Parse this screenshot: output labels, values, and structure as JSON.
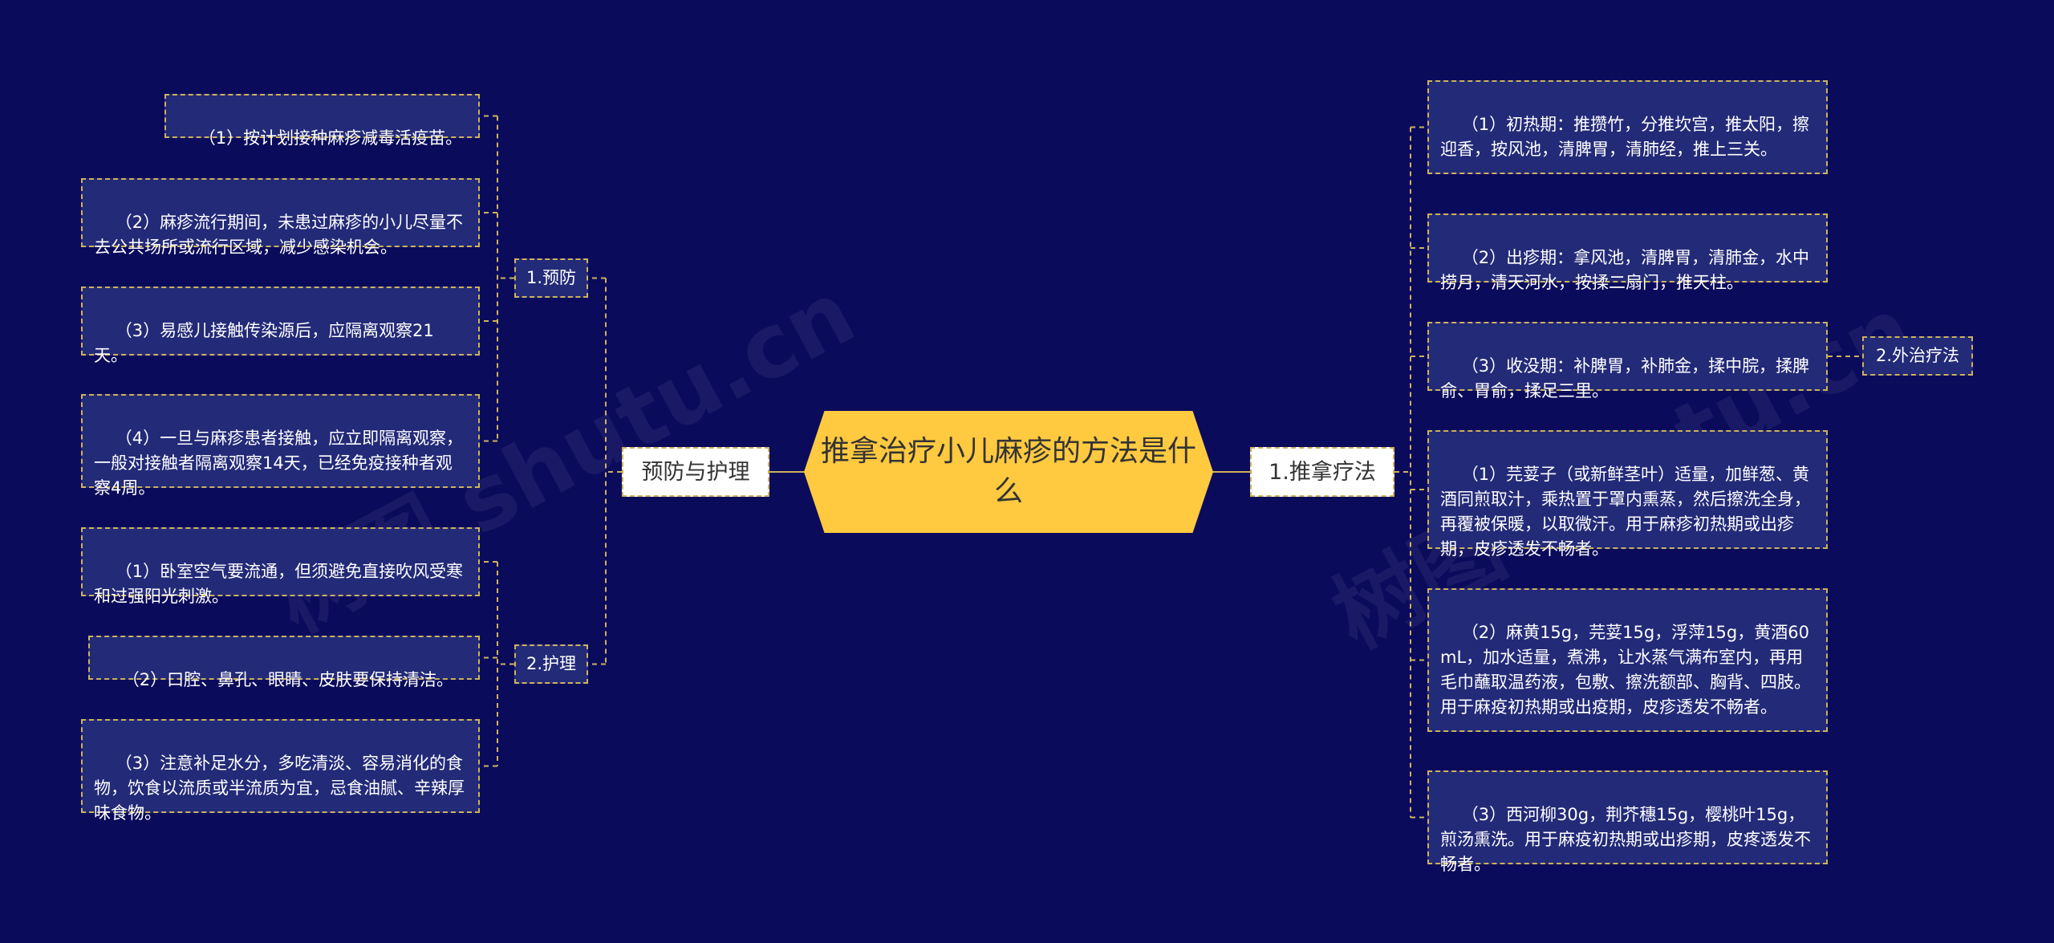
{
  "root": {
    "title": "推拿治疗小儿麻疹的方法是什么"
  },
  "left": {
    "label": "预防与护理",
    "groups": [
      {
        "label": "1.预防",
        "items": [
          "（1）按计划接种麻疹减毒活疫苗。",
          "（2）麻疹流行期间，未患过麻疹的小儿尽量不去公共场所或流行区域，减少感染机会。",
          "（3）易感儿接触传染源后，应隔离观察21天。",
          "（4）一旦与麻疹患者接触，应立即隔离观察，一般对接触者隔离观察14天，已经免疫接种者观察4周。"
        ]
      },
      {
        "label": "2.护理",
        "items": [
          "（1）卧室空气要流通，但须避免直接吹风受寒和过强阳光刺激。",
          "（2）口腔、鼻孔、眼睛、皮肤要保持清洁。",
          "（3）注意补足水分，多吃清淡、容易消化的食物，饮食以流质或半流质为宜，忌食油腻、辛辣厚味食物。"
        ]
      }
    ]
  },
  "right": {
    "label": "1.推拿疗法",
    "items": [
      "（1）初热期：推攒竹，分推坎宫，推太阳，擦迎香，按风池，清脾胃，清肺经，推上三关。",
      "（2）出疹期：拿风池，清脾胃，清肺金，水中捞月，清天河水，按揉二扇门，推天柱。",
      "（3）收没期：补脾胃，补肺金，揉中脘，揉脾俞、胃俞，揉足三里。",
      "（1）芫荽子（或新鲜茎叶）适量，加鲜葱、黄酒同煎取汁，乘热置于罩内熏蒸，然后擦洗全身，再覆被保暖，以取微汗。用于麻疹初热期或出疹期，皮疹透发不畅者。",
      "（2）麻黄15g，芫荽15g，浮萍15g，黄酒60mL，加水适量，煮沸，让水蒸气满布室内，再用毛巾蘸取温药液，包敷、擦洗额部、胸背、四肢。用于麻疫初热期或出疫期，皮疹透发不畅者。",
      "（3）西河柳30g，荆芥穗15g，樱桃叶15g，煎汤熏洗。用于麻疫初热期或出疹期，皮疼透发不畅者。"
    ],
    "side_label": "2.外治疗法"
  },
  "colors": {
    "background": "#0b0b5c",
    "root_fill": "#ffc940",
    "leaf_fill": "#232a78",
    "connector": "#cdb35a"
  }
}
